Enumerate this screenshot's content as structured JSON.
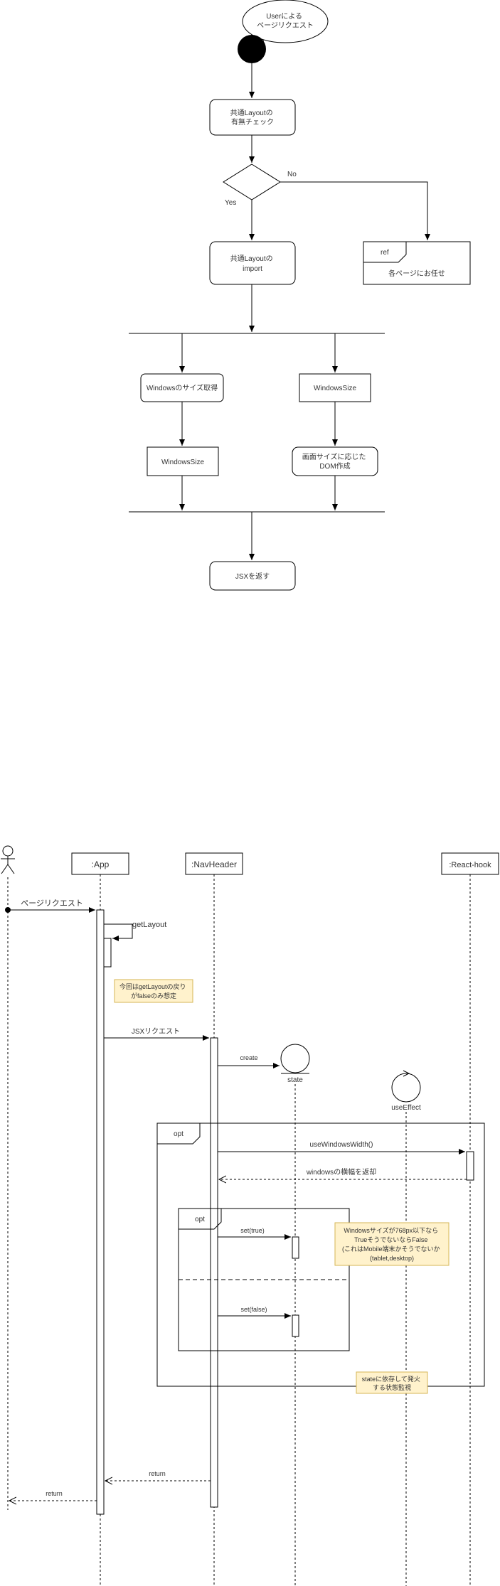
{
  "activity": {
    "start_note": [
      "Userによる",
      "ページリクエスト"
    ],
    "check_layout": [
      "共通Layoutの",
      "有無チェック"
    ],
    "decision_no": "No",
    "decision_yes": "Yes",
    "import_layout": [
      "共通Layoutの",
      "import"
    ],
    "ref_tag": "ref",
    "ref_text": "各ページにお任せ",
    "get_window_size": "Windowsのサイズ取得",
    "windows_size_a": "WindowsSize",
    "windows_size_b": "WindowsSize",
    "create_dom": [
      "画面サイズに応じた",
      "DOM作成"
    ],
    "return_jsx": "JSXを返す"
  },
  "sequence": {
    "participants": {
      "app": ":App",
      "navheader": ":NavHeader",
      "reacthook": ":React-hook",
      "state": "state",
      "use_effect": "useEffect"
    },
    "messages": {
      "page_request": "ページリクエスト",
      "get_layout": "getLayout",
      "jsx_request": "JSXリクエスト",
      "create": "create",
      "use_windows_width": "useWindowsWidth()",
      "windows_width_return": "windowsの横幅を返却",
      "set_true": "set(true)",
      "set_false": "set(false)",
      "return_nav": "return",
      "return_app": "return"
    },
    "fragments": {
      "opt_outer": "opt",
      "opt_inner": "opt"
    },
    "notes": {
      "layout_note": [
        "今回はgetLayoutの戻り",
        "がfalseのみ想定"
      ],
      "windows_note": [
        "Windowsサイズが768px以下なら",
        "TrueそうでないならFalse",
        "(これはMobile端末かそうでないか",
        "(tablet,desktop)"
      ],
      "state_note": [
        "stateに依存して発火",
        "する状態監視"
      ]
    }
  }
}
